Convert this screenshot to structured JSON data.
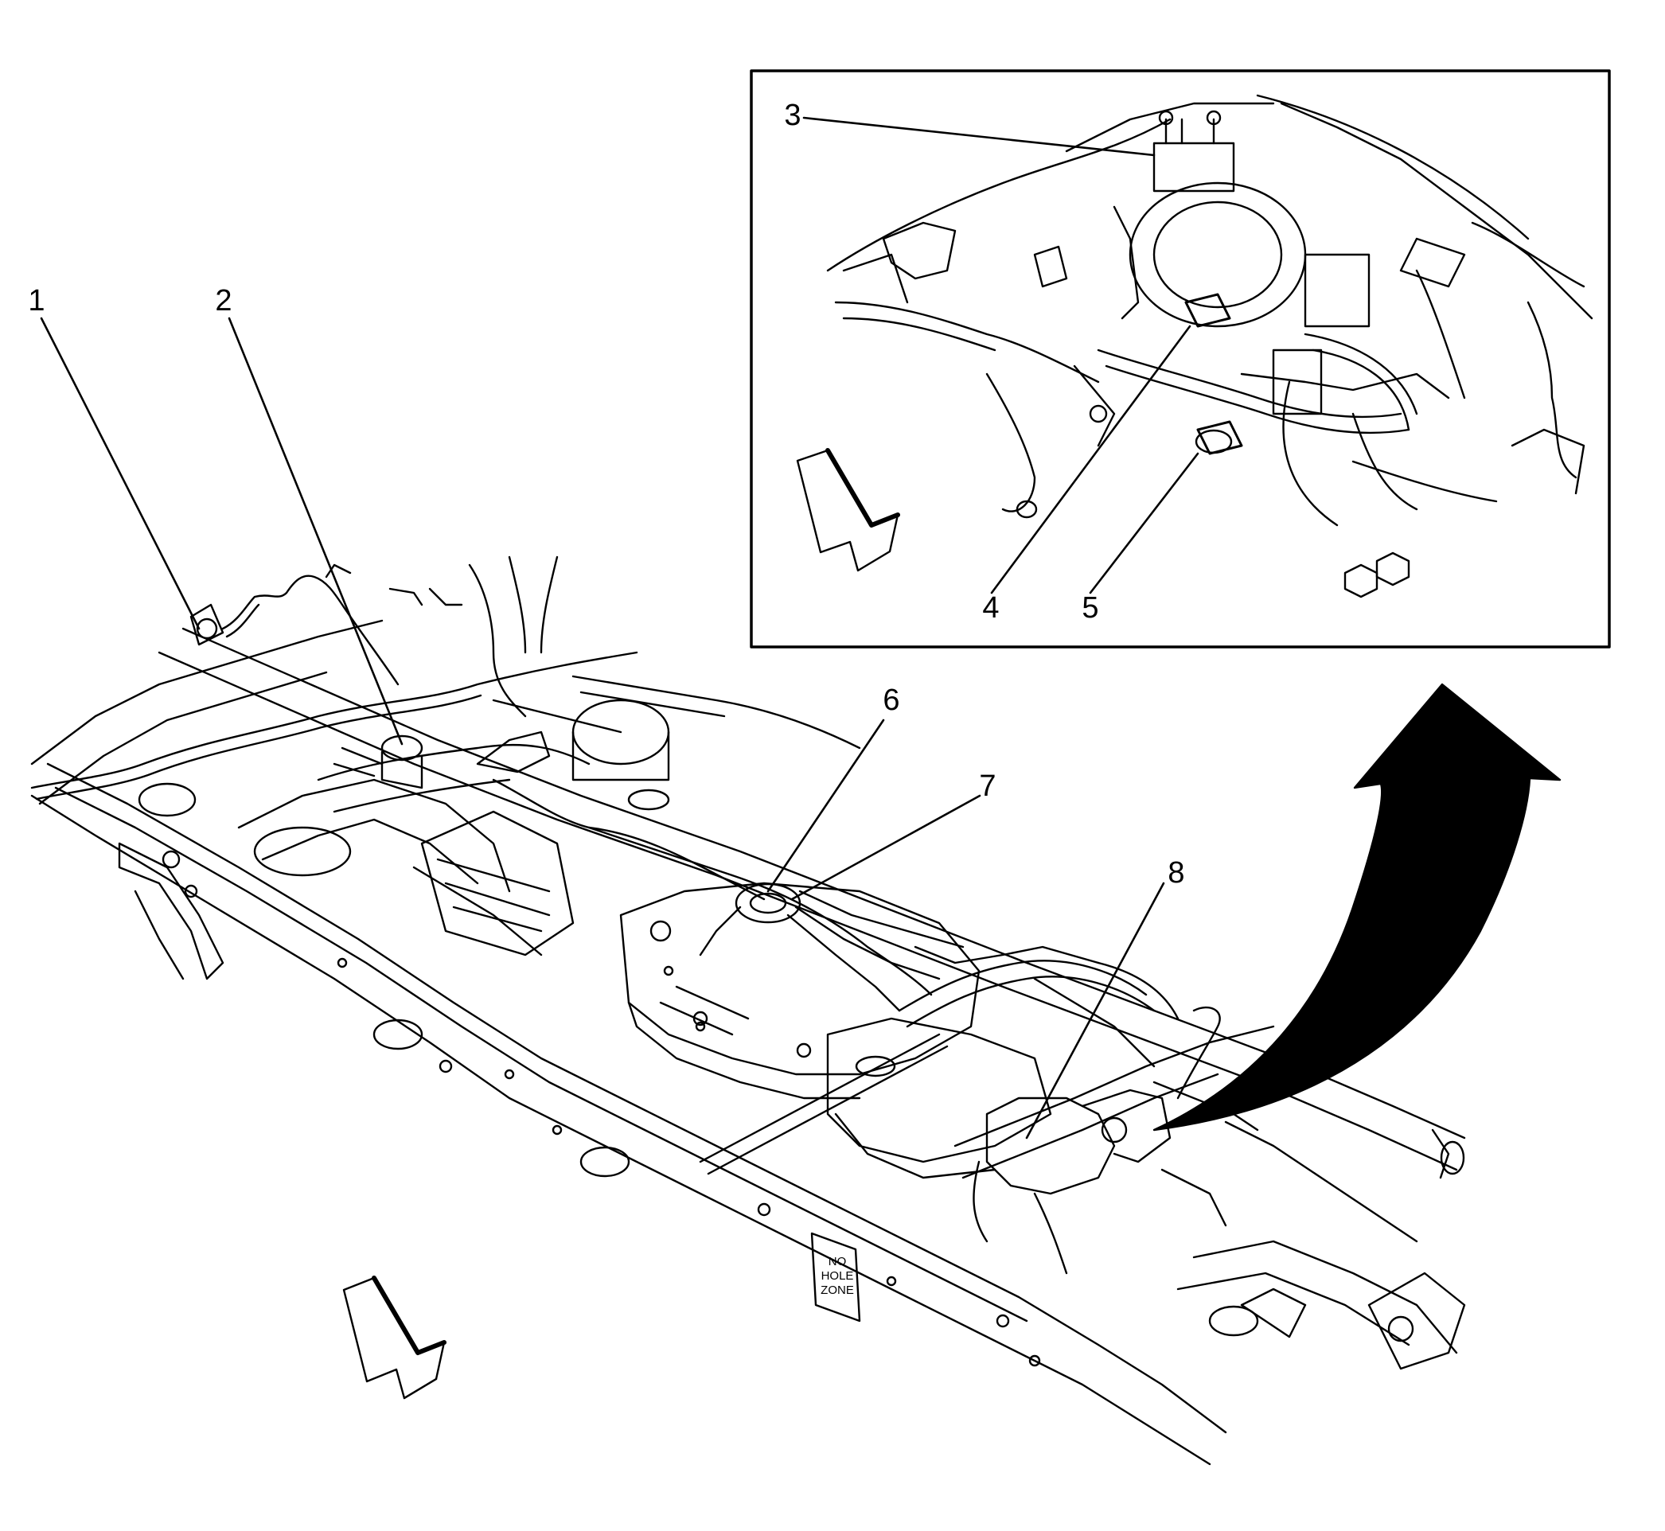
{
  "callouts": {
    "c1": "1",
    "c2": "2",
    "c3": "3",
    "c4": "4",
    "c5": "5",
    "c6": "6",
    "c7": "7",
    "c8": "8"
  },
  "frame_stencil": {
    "line1": "NO",
    "line2": "HOLE",
    "line3": "ZONE"
  },
  "colors": {
    "ink": "#000000",
    "paper": "#ffffff"
  }
}
